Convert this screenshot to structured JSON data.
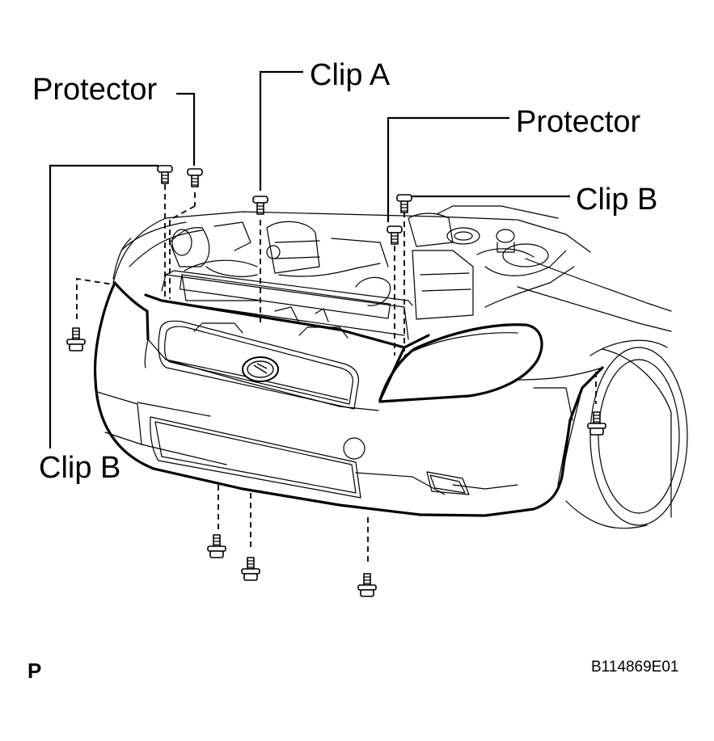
{
  "callouts": {
    "protector_left": "Protector",
    "clip_a": "Clip A",
    "protector_right": "Protector",
    "clip_b_right": "Clip B",
    "clip_b_left": "Clip B"
  },
  "footer": {
    "view_code": "P",
    "figure_id": "B114869E01"
  }
}
